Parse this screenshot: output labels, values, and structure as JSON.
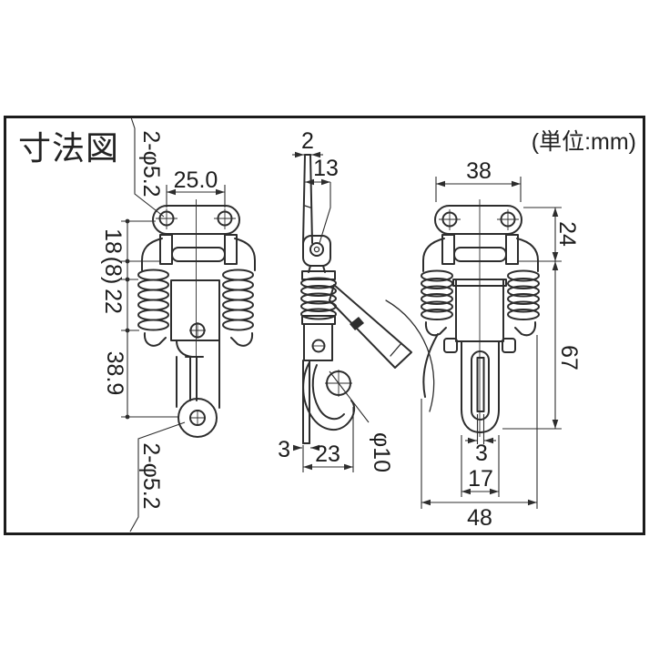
{
  "header": {
    "title": "寸法図",
    "unit_note": "(単位:mm)"
  },
  "colors": {
    "ink": "#2d2d2d",
    "background": "#ffffff"
  },
  "front_view": {
    "hole_callout_top": "2-φ5.2",
    "hole_pitch": "25.0",
    "height_18": "18",
    "height_8_ref": "(8)",
    "height_22": "22",
    "height_38_9": "38.9",
    "hole_callout_bottom": "2-φ5.2"
  },
  "side_view": {
    "lever_thickness": "2",
    "lever_offset": "13",
    "plate_thickness": "3",
    "hook_depth": "23",
    "hook_diameter": "φ10"
  },
  "back_view": {
    "plate_width": "38",
    "upper_height": "24",
    "body_height": "67",
    "tip_width": "3",
    "bar_width": "17",
    "overall_width": "48"
  }
}
